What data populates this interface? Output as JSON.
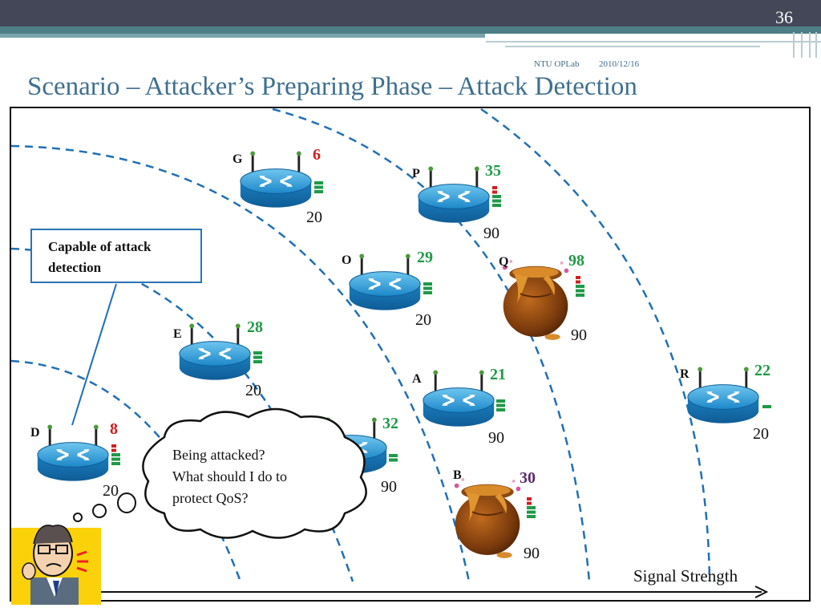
{
  "slide": {
    "page_number": "36",
    "footer_org": "NTU OPLab",
    "footer_date": "2010/12/16",
    "title": "Scenario – Attacker’s Preparing Phase – Attack Detection"
  },
  "callout": {
    "line1": "Capable of attack",
    "line2": "detection"
  },
  "thought": {
    "line1": "Being attacked?",
    "line2": "What should I do to",
    "line3": "protect QoS?"
  },
  "axis": {
    "label": "Signal Strength"
  },
  "colors": {
    "green": "#1e9a46",
    "red": "#d21f1f",
    "purple": "#5a2a6a",
    "dash": "#1f6fb5"
  },
  "nodes": [
    {
      "id": "G",
      "kind": "router",
      "score": "6",
      "score_color": "red",
      "bars": [
        "green",
        "green",
        "green"
      ],
      "value": "20"
    },
    {
      "id": "P",
      "kind": "router",
      "score": "35",
      "score_color": "green",
      "bars": [
        "red",
        "red",
        "green",
        "green",
        "green"
      ],
      "value": "90"
    },
    {
      "id": "O",
      "kind": "router",
      "score": "29",
      "score_color": "green",
      "bars": [
        "green",
        "green",
        "green"
      ],
      "value": "20"
    },
    {
      "id": "Q",
      "kind": "honeypot",
      "score": "98",
      "score_color": "green",
      "bars": [
        "red",
        "red",
        "green",
        "green",
        "green"
      ],
      "value": "90"
    },
    {
      "id": "E",
      "kind": "router",
      "score": "28",
      "score_color": "green",
      "bars": [
        "green",
        "green",
        "green"
      ],
      "value": "20"
    },
    {
      "id": "A",
      "kind": "router",
      "score": "21",
      "score_color": "green",
      "bars": [
        "green",
        "green",
        "green"
      ],
      "value": "90"
    },
    {
      "id": "R",
      "kind": "router",
      "score": "22",
      "score_color": "green",
      "bars": [
        "green"
      ],
      "value": "20"
    },
    {
      "id": "D",
      "kind": "router",
      "score": "8",
      "score_color": "red",
      "bars": [
        "red",
        "red",
        "green",
        "green",
        "green"
      ],
      "value": "20"
    },
    {
      "id": "",
      "kind": "router",
      "score": "32",
      "score_color": "green",
      "bars": [
        "green",
        "green"
      ],
      "value": "90"
    },
    {
      "id": "B",
      "kind": "honeypot",
      "score": "30",
      "score_color": "purple",
      "bars": [
        "red",
        "red",
        "green",
        "green",
        "green"
      ],
      "value": "90"
    }
  ]
}
